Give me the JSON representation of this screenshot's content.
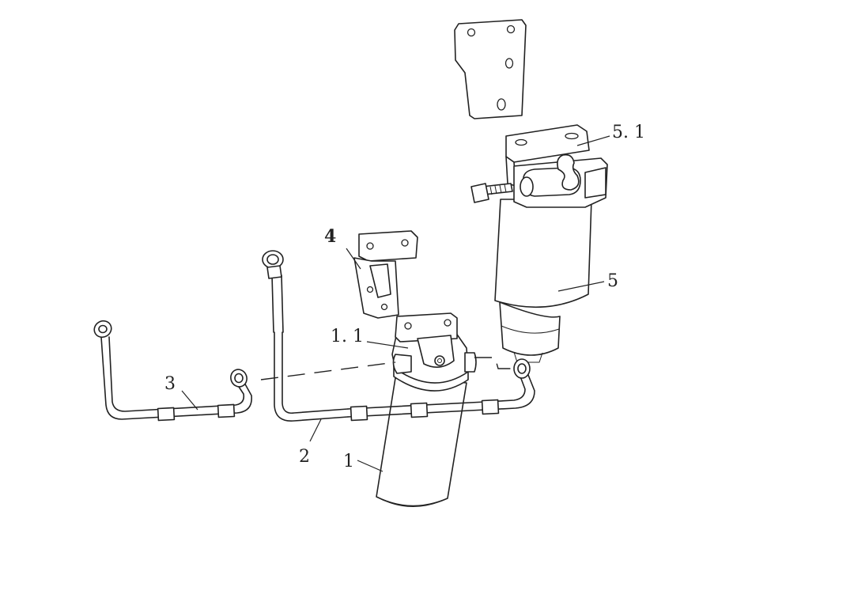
{
  "callouts": {
    "c1": "1",
    "c1_1": "1. 1",
    "c2": "2",
    "c3": "3",
    "c4": "4",
    "c5": "5",
    "c5_1": "5. 1"
  }
}
